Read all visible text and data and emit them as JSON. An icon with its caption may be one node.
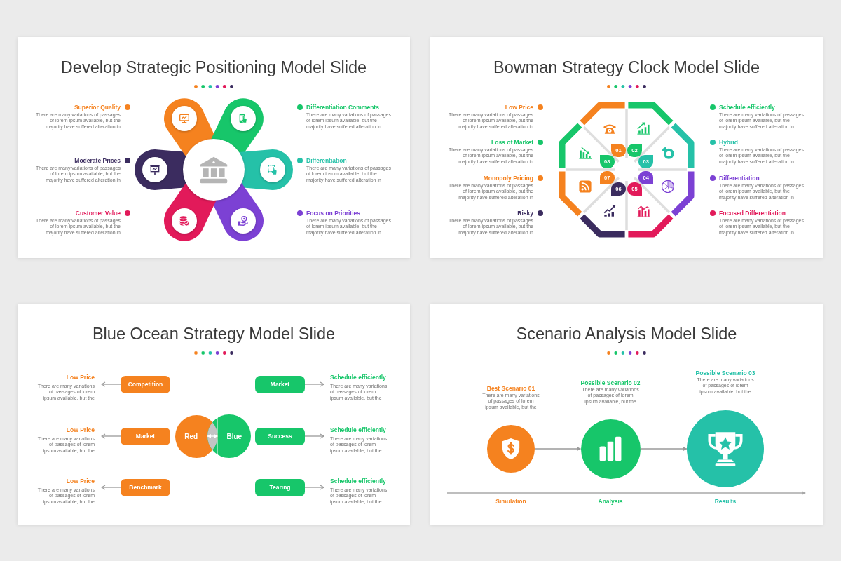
{
  "diagram": {
    "nodes": [
      {
        "text": [
          "Develop Strategic Positioning Model Slide"
        ]
      },
      {
        "text": [
          "Bowman Strategy Clock Model Slide"
        ]
      },
      {
        "text": [
          "01"
        ],
        "in": 1
      },
      {
        "text": [
          "02"
        ],
        "in": 1
      },
      {
        "text": [
          "03"
        ],
        "in": 1
      },
      {
        "text": [
          "04"
        ],
        "in": 1
      },
      {
        "text": [
          "05"
        ],
        "in": 1
      },
      {
        "text": [
          "06"
        ],
        "in": 1
      },
      {
        "text": [
          "07"
        ],
        "in": 1
      },
      {
        "text": [
          "08"
        ],
        "in": 1
      },
      {
        "text": [
          "Blue Ocean Strategy Model Slide"
        ]
      },
      {
        "text": [
          "Low Price",
          "There are many variations of passages of lorem ipsum available, but the"
        ],
        "in": 10
      },
      {
        "text": [
          "Competition"
        ],
        "in": 10
      },
      {
        "text": [
          "Market"
        ],
        "in": 10
      },
      {
        "text": [
          "Schedule efficiently",
          "There are many variations of passages of lorem ipsum available, but the"
        ],
        "in": 10
      },
      {
        "text": [
          "Low Price",
          "There are many variations of passages of lorem ipsum available, but the"
        ],
        "in": 10
      },
      {
        "text": [
          "Market"
        ],
        "in": 10
      },
      {
        "text": [
          "Red"
        ],
        "in": 10
      },
      {
        "text": [
          "Blue"
        ],
        "in": 10
      },
      {
        "text": [
          "Success"
        ],
        "in": 10
      },
      {
        "text": [
          "Schedule efficiently",
          "There are many variations of passages of lorem ipsum available, but the"
        ],
        "in": 10
      },
      {
        "text": [
          "Low Price",
          "There are many variations of passages of lorem ipsum available, but the"
        ],
        "in": 10
      },
      {
        "text": [
          "Benchmark"
        ],
        "in": 10
      },
      {
        "text": [
          "Tearing"
        ],
        "in": 10
      },
      {
        "text": [
          "Schedule efficiently",
          "There are many variations of passages of lorem ipsum available, but the"
        ],
        "in": 10
      },
      {
        "text": [
          "Scenario Analysis Model Slide"
        ]
      },
      {
        "text": [],
        "shape": "circle",
        "in": 25,
        "beside": [
          "Best Scenario 01",
          "There are many variations of passages of lorem ipsum available, but the"
        ]
      },
      {
        "text": [],
        "shape": "circle",
        "in": 25,
        "beside": [
          "Possible Scenario 02",
          "There are many variations of passages of lorem ipsum available, but the"
        ]
      },
      {
        "text": [],
        "shape": "circle",
        "in": 25,
        "beside": [
          "Possible Scenario 03",
          "There are many variations of passages of lorem ipsum available, but the"
        ]
      }
    ],
    "edges": [
      {
        "from": 12,
        "to": 11,
        "arrow": "to"
      },
      {
        "from": 13,
        "to": 14,
        "arrow": "to"
      },
      {
        "from": 16,
        "to": 15,
        "arrow": "to"
      },
      {
        "from": 17,
        "to": 18,
        "arrow": "both",
        "color": "#ffffff"
      },
      {
        "from": 19,
        "to": 20,
        "arrow": "to"
      },
      {
        "from": 22,
        "to": 21,
        "arrow": "to"
      },
      {
        "from": 23,
        "to": 24,
        "arrow": "to"
      },
      {
        "from": 26,
        "to": 27,
        "arrow": "to"
      },
      {
        "from": 27,
        "to": 28,
        "arrow": "to"
      }
    ],
    "labels": [
      "Superior Quality",
      "There are many variations of passages of lorem ipsum available, but the majority have suffered alteration in",
      "Differentiation Comments",
      "There are many variations of passages of lorem ipsum available, but the majority have suffered alteration in",
      "Moderate Prices",
      "There are many variations of passages of lorem ipsum available, but the majority have suffered alteration in",
      "Differentiation",
      "There are many variations of passages of lorem ipsum available, but the majority have suffered alteration in",
      "Customer Value",
      "There are many variations of passages of lorem ipsum available, but the majority have suffered alteration in",
      "Focus on Priorities",
      "There are many variations of passages of lorem ipsum available, but the majority have suffered alteration in",
      "Low Price",
      "There are many variations of passages of lorem ipsum available, but the majority have suffered alteration in",
      "Schedule efficiently",
      "There are many variations of passages of lorem ipsum available, but the majority have suffered alteration in",
      "Loss of Market",
      "There are many variations of passages of lorem ipsum available, but the majority have suffered alteration in",
      "Hybrid",
      "There are many variations of passages of lorem ipsum available, but the majority have suffered alteration in",
      "Monopoly Pricing",
      "There are many variations of passages of lorem ipsum available, but the majority have suffered alteration in",
      "Differentiation",
      "There are many variations of passages of lorem ipsum available, but the majority have suffered alteration in",
      "Risky",
      "There are many variations of passages of lorem ipsum available, but the majority have suffered alteration in",
      "Focused Differentiation",
      "There are many variations of passages of lorem ipsum available, but the majority have suffered alteration in",
      "Simulation",
      "Analysis",
      "Results"
    ]
  }
}
